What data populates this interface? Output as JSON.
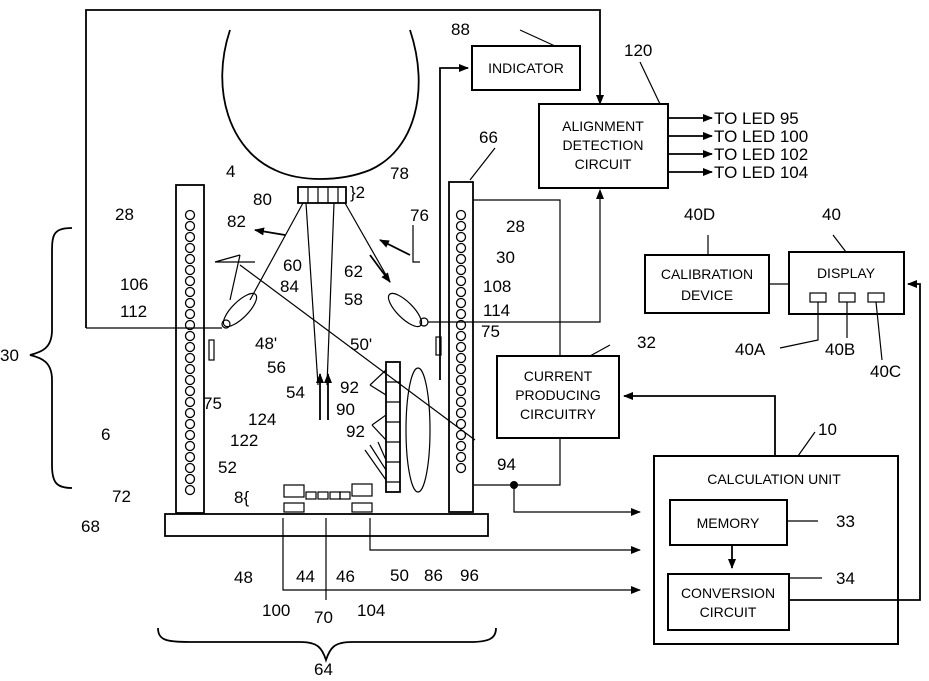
{
  "boxes": {
    "indicator": "INDICATOR",
    "alignment": [
      "ALIGNMENT",
      "DETECTION",
      "CIRCUIT"
    ],
    "calibration": [
      "CALIBRATION",
      "DEVICE"
    ],
    "display": "DISPLAY",
    "current": [
      "CURRENT",
      "PRODUCING",
      "CIRCUITRY"
    ],
    "calc_unit": "CALCULATION  UNIT",
    "memory": "MEMORY",
    "conversion": [
      "CONVERSION",
      "CIRCUIT"
    ]
  },
  "outputs": [
    "TO  LED  95",
    "TO  LED  100",
    "TO  LED  102",
    "TO  LED  104"
  ],
  "refs": {
    "r88": "88",
    "r120": "120",
    "r66": "66",
    "r4": "4",
    "r2": "}2",
    "r78": "78",
    "r80": "80",
    "r82": "82",
    "r76": "76",
    "r28a": "28",
    "r28b": "28",
    "r30a": "30",
    "r30b": "30",
    "r60": "60",
    "r62": "62",
    "r106": "106",
    "r84": "84",
    "r58": "58",
    "r108": "108",
    "r112": "112",
    "r114": "114",
    "r48p": "48'",
    "r50p": "50'",
    "r75a": "75",
    "r75b": "75",
    "r56": "56",
    "r54": "54",
    "r92a": "92",
    "r90": "90",
    "r92b": "92",
    "r124": "124",
    "r122": "122",
    "r6": "6",
    "r52": "52",
    "r94": "94",
    "r8": "8{",
    "r72": "72",
    "r68": "68",
    "r48": "48",
    "r44": "44",
    "r46": "46",
    "r50": "50",
    "r86": "86",
    "r96": "96",
    "r100": "100",
    "r70": "70",
    "r104": "104",
    "r64": "64",
    "r40D": "40D",
    "r40": "40",
    "r40A": "40A",
    "r40B": "40B",
    "r40C": "40C",
    "r32": "32",
    "r10": "10",
    "r33": "33",
    "r34": "34"
  }
}
